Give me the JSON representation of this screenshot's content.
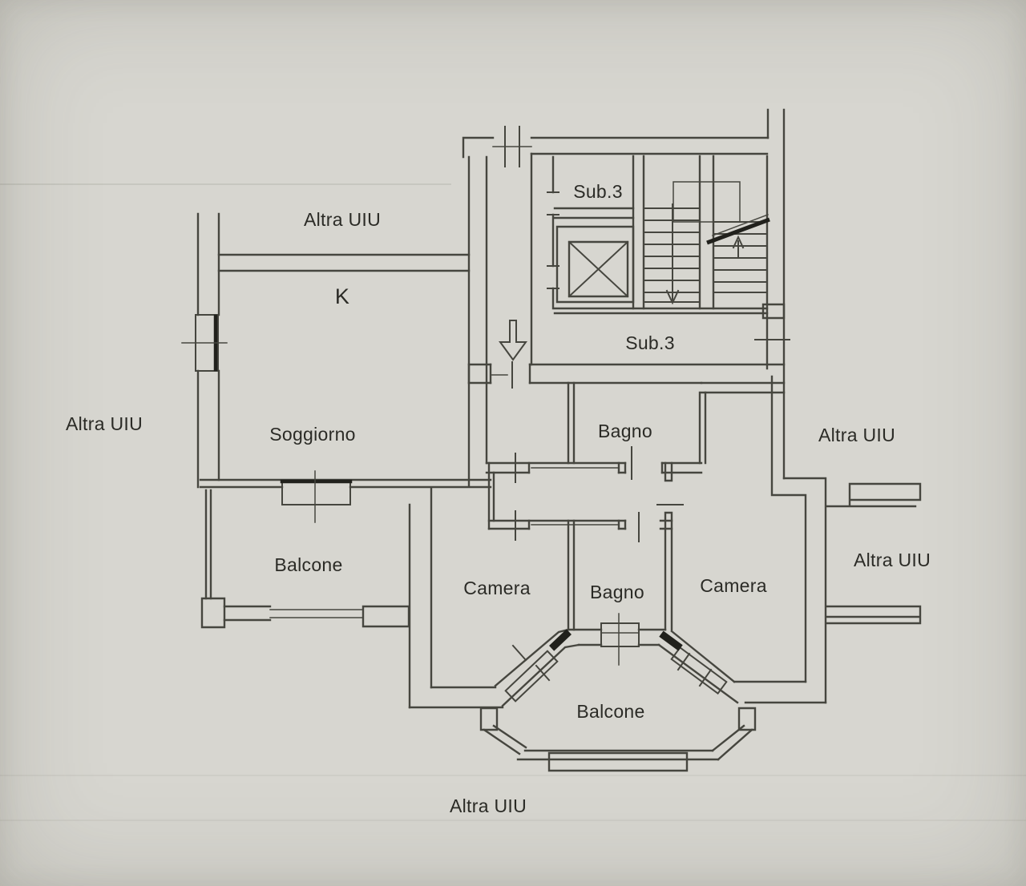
{
  "plan": {
    "unit_labels": {
      "altra_uiu_top": "Altra UIU",
      "altra_uiu_left": "Altra UIU",
      "altra_uiu_right_upper": "Altra UIU",
      "altra_uiu_right_lower": "Altra UIU",
      "altra_uiu_bottom": "Altra UIU",
      "sub3_stairwell": "Sub.3",
      "sub3_landing": "Sub.3"
    },
    "room_labels": {
      "kitchen": "K",
      "soggiorno": "Soggiorno",
      "bagno_upper": "Bagno",
      "bagno_central": "Bagno",
      "camera_left": "Camera",
      "camera_right": "Camera",
      "balcone_left": "Balcone",
      "balcone_bottom": "Balcone"
    },
    "colors": {
      "paper": "#d7d6d0",
      "line": "#46463f",
      "line_dark": "#21211c",
      "text": "#2b2b26",
      "faint": "#c2c2ba"
    }
  }
}
